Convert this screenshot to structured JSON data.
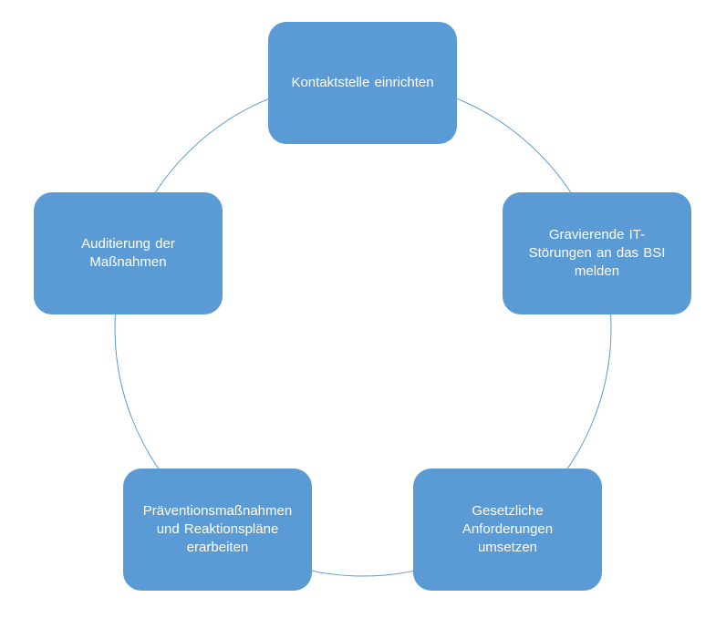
{
  "diagram": {
    "type": "cycle",
    "colors": {
      "node_fill": "#5b9bd5",
      "node_text": "#ffffff",
      "connector": "#5b9bd5"
    },
    "nodes": [
      {
        "label": "Kontaktstelle einrichten"
      },
      {
        "label": "Gravierende IT-\nStörungen an das BSI\nmelden"
      },
      {
        "label": "Gesetzliche\nAnforderungen\numsetzen"
      },
      {
        "label": "Präventionsmaßnahmen\nund Reaktionspläne\nerarbeiten"
      },
      {
        "label": "Auditierung der\nMaßnahmen"
      }
    ]
  }
}
